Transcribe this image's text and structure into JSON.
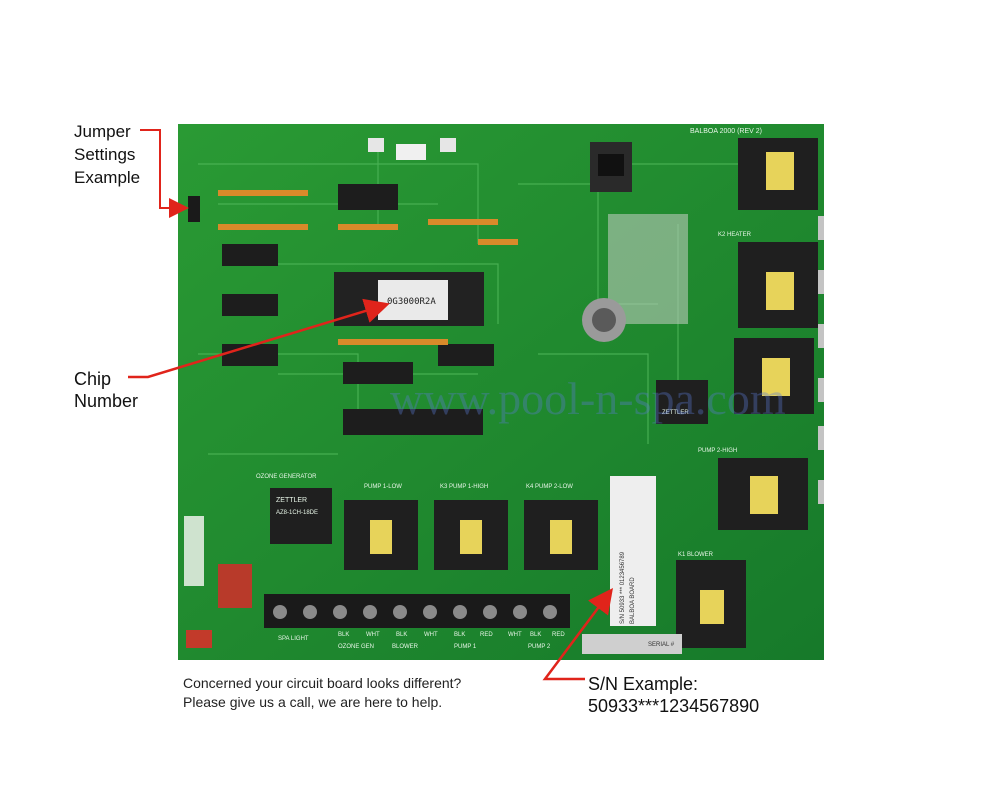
{
  "callouts": {
    "jumper": [
      "Jumper",
      "Settings",
      "Example"
    ],
    "chip": [
      "Chip",
      "Number"
    ],
    "sn": [
      "S/N Example:",
      "50933***1234567890"
    ]
  },
  "note": [
    "Concerned your circuit board looks different?",
    "Please give us a call, we are here to help."
  ],
  "board": {
    "chip_label": "0G3000R2A",
    "watermark": "www.pool-n-spa.com",
    "header_text": "BALBOA 2000 (REV 2)",
    "serial_label": "S/N 50933 *** 0123456789",
    "serial_brand": "BALBOA BOARD",
    "serial_field": "SERIAL #",
    "relay_brand": "ZETTLER",
    "relay_part": "AZ8-1CH-18DE",
    "terminal_labels": [
      "SPA LIGHT",
      "BLK",
      "WHT",
      "BLK",
      "WHT",
      "BLK",
      "RED",
      "WHT",
      "BLK",
      "RED"
    ],
    "terminal_groups": [
      "OZONE GEN",
      "BLOWER",
      "PUMP 1",
      "PUMP 2"
    ],
    "relay_headers": [
      "PUMP 1-LOW",
      "K3 PUMP 1-HIGH",
      "K4 PUMP 2-LOW"
    ],
    "side_labels": [
      "K1 BLOWER",
      "K2 HEATER",
      "PUMP 2-HIGH"
    ],
    "ozone_label": "OZONE GENERATOR"
  },
  "colors": {
    "board_green": "#1f8a2a",
    "callout_red": "#e0241b",
    "terminal_black": "#1a1a1a",
    "relay_yellow": "#e7d35a"
  }
}
